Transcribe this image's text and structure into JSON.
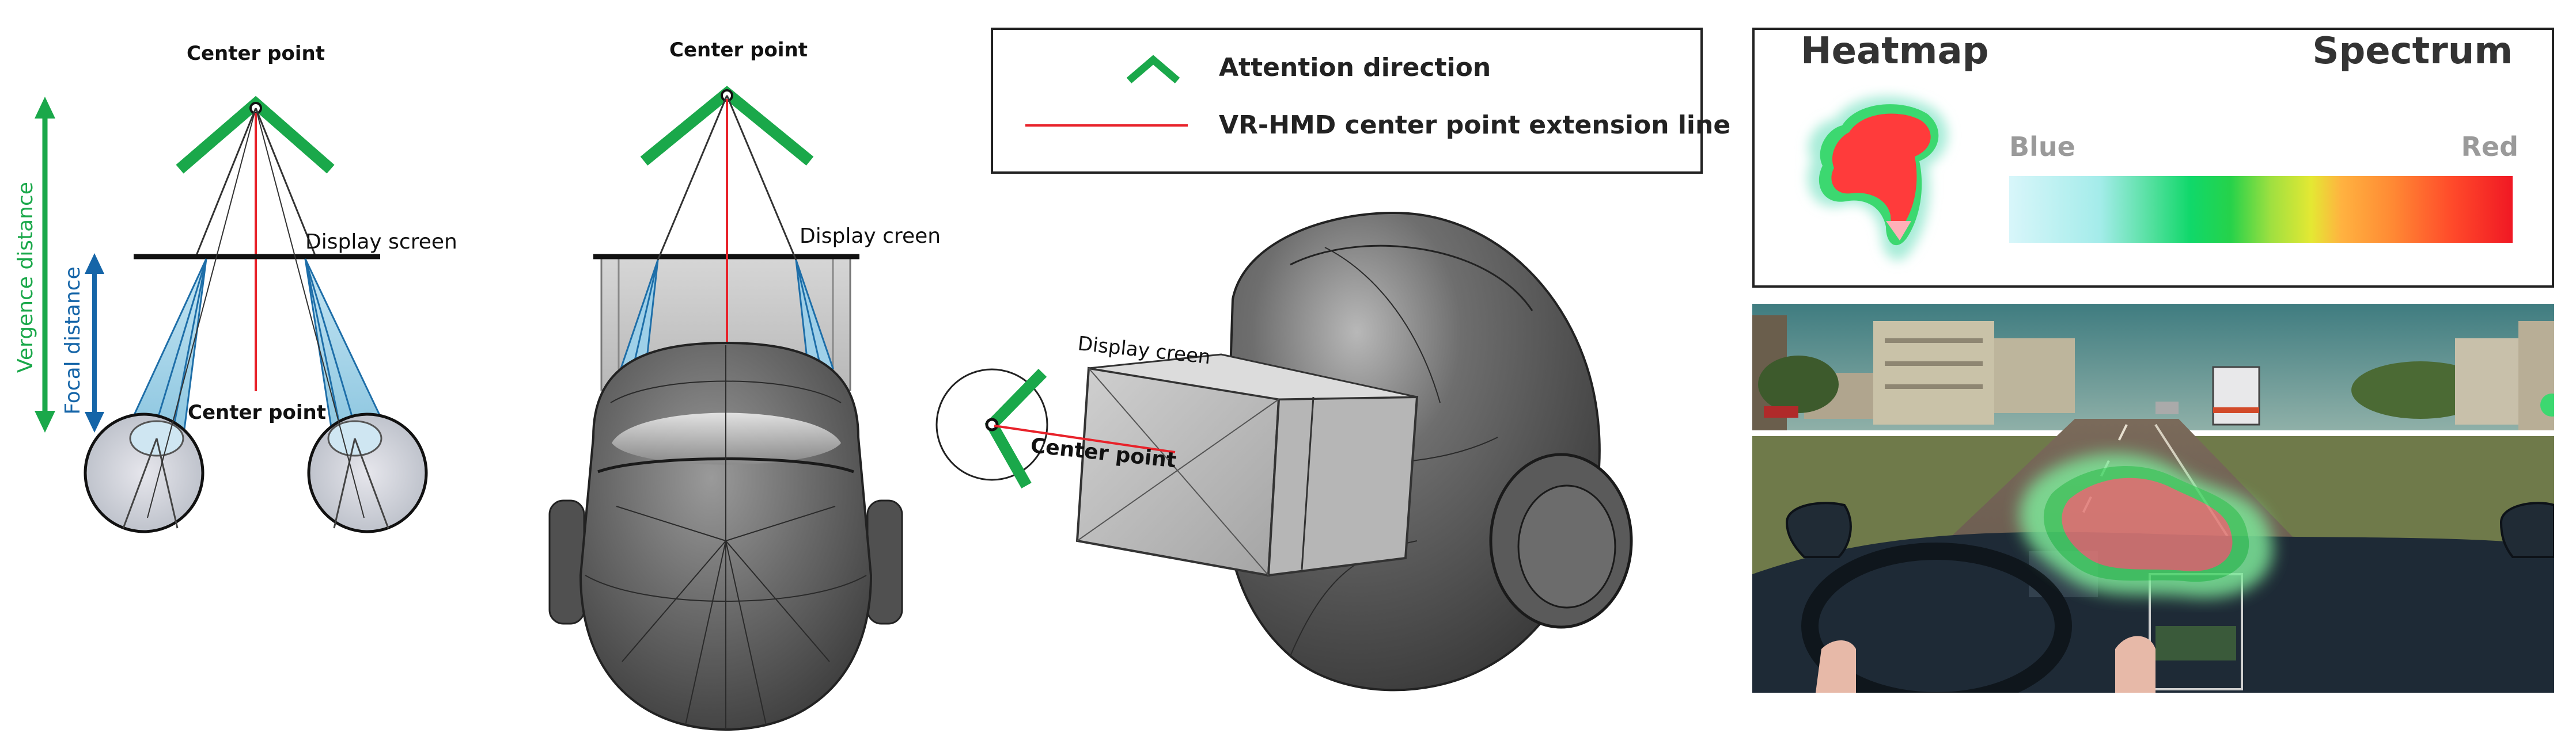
{
  "left_diagram": {
    "center_point_top": "Center point",
    "center_point_mid": "Center point",
    "display_screen": "Display screen",
    "vergence_distance": "Vergence distance",
    "focal_distance": "Focal distance"
  },
  "front_view": {
    "center_point": "Center point",
    "display_screen": "Display creen"
  },
  "side_view": {
    "display_screen": "Display creen",
    "center_point": "Center point"
  },
  "legend": {
    "attention_direction": "Attention direction",
    "extension_line": "VR-HMD center point extension line"
  },
  "heatmap_panel": {
    "title_left": "Heatmap",
    "title_right": "Spectrum",
    "blue_label": "Blue",
    "red_label": "Red"
  },
  "colors": {
    "attention_green": "#1aa84a",
    "extension_red": "#e8222a",
    "vergence_arrow": "#1aa84a",
    "focal_arrow": "#1565a8",
    "helmet_gray": "#6b6b6b"
  }
}
